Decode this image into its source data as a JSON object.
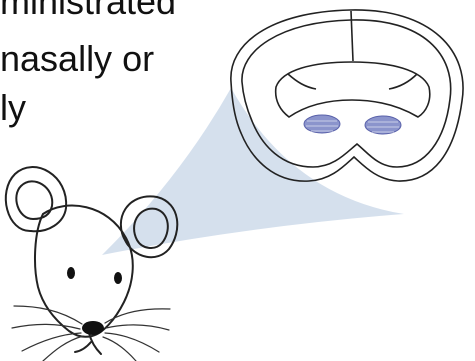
{
  "caption": {
    "lines": [
      "ministrated",
      "nasally or",
      "ly"
    ]
  },
  "colors": {
    "projection": "#c9d7e8",
    "stain": "#8b94cc",
    "stroke": "#222222"
  }
}
